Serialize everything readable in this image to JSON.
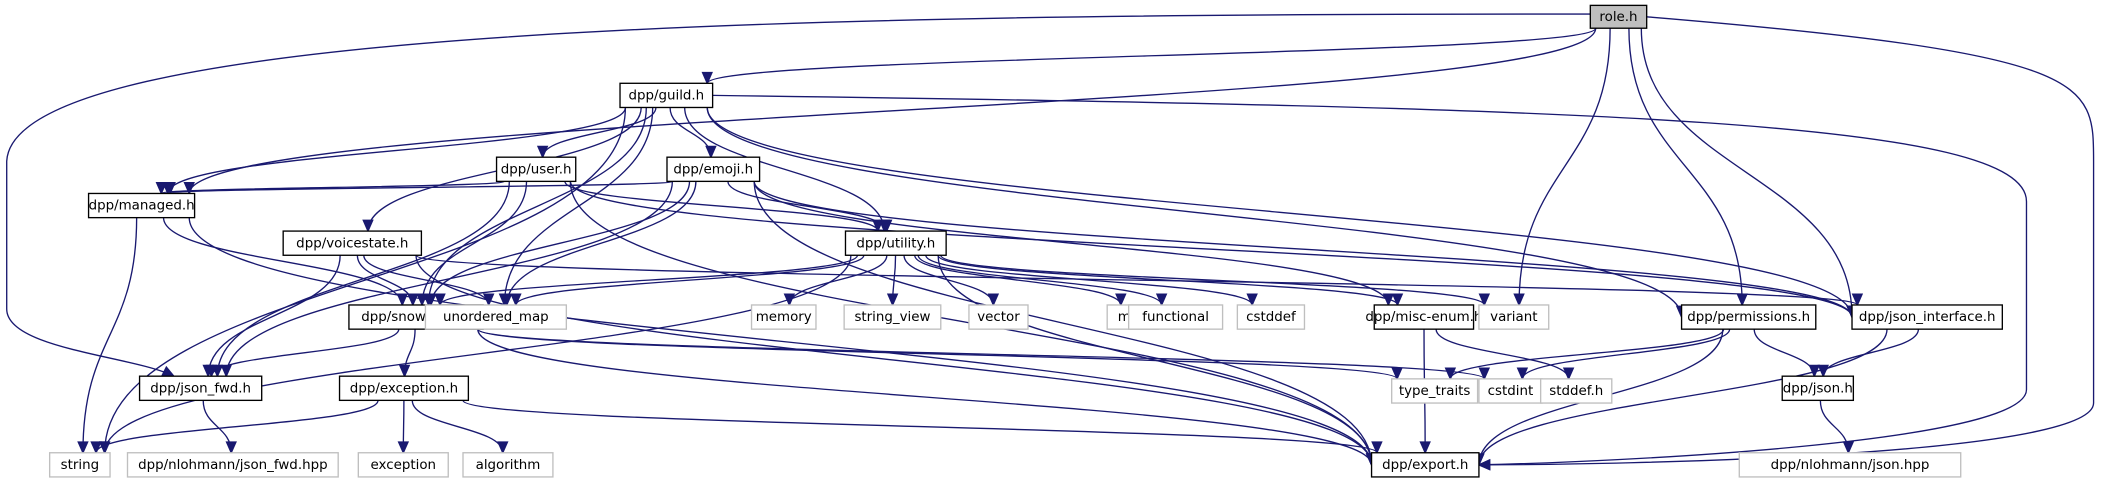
{
  "graph": {
    "title": "role.h include dependency graph",
    "edge_color": "#191970",
    "root_fill": "#bfbfbf",
    "nodes": [
      {
        "id": "role",
        "label": "role.h",
        "kind": "root"
      },
      {
        "id": "guild",
        "label": "dpp/guild.h",
        "kind": "local"
      },
      {
        "id": "user",
        "label": "dpp/user.h",
        "kind": "local"
      },
      {
        "id": "emoji",
        "label": "dpp/emoji.h",
        "kind": "local"
      },
      {
        "id": "managed",
        "label": "dpp/managed.h",
        "kind": "local"
      },
      {
        "id": "voicestate",
        "label": "dpp/voicestate.h",
        "kind": "local"
      },
      {
        "id": "utility",
        "label": "dpp/utility.h",
        "kind": "local"
      },
      {
        "id": "snowflake",
        "label": "dpp/snowflake.h",
        "kind": "local"
      },
      {
        "id": "unordered_map",
        "label": "unordered_map",
        "kind": "system"
      },
      {
        "id": "memory",
        "label": "memory",
        "kind": "system"
      },
      {
        "id": "string_view",
        "label": "string_view",
        "kind": "system"
      },
      {
        "id": "vector",
        "label": "vector",
        "kind": "system"
      },
      {
        "id": "map",
        "label": "map",
        "kind": "system"
      },
      {
        "id": "functional",
        "label": "functional",
        "kind": "system"
      },
      {
        "id": "cstddef",
        "label": "cstddef",
        "kind": "system"
      },
      {
        "id": "misc_enum",
        "label": "dpp/misc-enum.h",
        "kind": "local"
      },
      {
        "id": "variant",
        "label": "variant",
        "kind": "system"
      },
      {
        "id": "permissions",
        "label": "dpp/permissions.h",
        "kind": "local"
      },
      {
        "id": "json_interface",
        "label": "dpp/json_interface.h",
        "kind": "local"
      },
      {
        "id": "json_fwd",
        "label": "dpp/json_fwd.h",
        "kind": "local"
      },
      {
        "id": "exception_h",
        "label": "dpp/exception.h",
        "kind": "local"
      },
      {
        "id": "type_traits",
        "label": "type_traits",
        "kind": "system"
      },
      {
        "id": "cstdint",
        "label": "cstdint",
        "kind": "system"
      },
      {
        "id": "stddef",
        "label": "stddef.h",
        "kind": "system"
      },
      {
        "id": "json",
        "label": "dpp/json.h",
        "kind": "local"
      },
      {
        "id": "string",
        "label": "string",
        "kind": "system"
      },
      {
        "id": "nlohmann_json_fwd",
        "label": "dpp/nlohmann/json_fwd.hpp",
        "kind": "system"
      },
      {
        "id": "exception",
        "label": "exception",
        "kind": "system"
      },
      {
        "id": "algorithm",
        "label": "algorithm",
        "kind": "system"
      },
      {
        "id": "export",
        "label": "dpp/export.h",
        "kind": "local"
      },
      {
        "id": "nlohmann_json",
        "label": "dpp/nlohmann/json.hpp",
        "kind": "system"
      }
    ],
    "edges": [
      [
        "role",
        "guild"
      ],
      [
        "role",
        "managed"
      ],
      [
        "role",
        "json_fwd"
      ],
      [
        "role",
        "variant"
      ],
      [
        "role",
        "permissions"
      ],
      [
        "role",
        "json_interface"
      ],
      [
        "role",
        "export"
      ],
      [
        "guild",
        "user"
      ],
      [
        "guild",
        "emoji"
      ],
      [
        "guild",
        "managed"
      ],
      [
        "guild",
        "voicestate"
      ],
      [
        "guild",
        "utility"
      ],
      [
        "guild",
        "snowflake"
      ],
      [
        "guild",
        "unordered_map"
      ],
      [
        "guild",
        "string"
      ],
      [
        "guild",
        "permissions"
      ],
      [
        "guild",
        "json_interface"
      ],
      [
        "guild",
        "export"
      ],
      [
        "user",
        "managed"
      ],
      [
        "user",
        "utility"
      ],
      [
        "user",
        "snowflake"
      ],
      [
        "user",
        "json_fwd"
      ],
      [
        "user",
        "json_interface"
      ],
      [
        "user",
        "export"
      ],
      [
        "emoji",
        "managed"
      ],
      [
        "emoji",
        "utility"
      ],
      [
        "emoji",
        "snowflake"
      ],
      [
        "emoji",
        "unordered_map"
      ],
      [
        "emoji",
        "json_fwd"
      ],
      [
        "emoji",
        "misc_enum"
      ],
      [
        "emoji",
        "json_interface"
      ],
      [
        "emoji",
        "export"
      ],
      [
        "managed",
        "snowflake"
      ],
      [
        "managed",
        "string"
      ],
      [
        "managed",
        "export"
      ],
      [
        "voicestate",
        "snowflake"
      ],
      [
        "voicestate",
        "json_fwd"
      ],
      [
        "voicestate",
        "unordered_map"
      ],
      [
        "voicestate",
        "json_interface"
      ],
      [
        "voicestate",
        "export"
      ],
      [
        "utility",
        "snowflake"
      ],
      [
        "utility",
        "unordered_map"
      ],
      [
        "utility",
        "memory"
      ],
      [
        "utility",
        "string_view"
      ],
      [
        "utility",
        "vector"
      ],
      [
        "utility",
        "map"
      ],
      [
        "utility",
        "functional"
      ],
      [
        "utility",
        "cstddef"
      ],
      [
        "utility",
        "misc_enum"
      ],
      [
        "utility",
        "variant"
      ],
      [
        "utility",
        "string"
      ],
      [
        "utility",
        "export"
      ],
      [
        "snowflake",
        "json_fwd"
      ],
      [
        "snowflake",
        "exception_h"
      ],
      [
        "snowflake",
        "type_traits"
      ],
      [
        "snowflake",
        "cstdint"
      ],
      [
        "snowflake",
        "export"
      ],
      [
        "misc_enum",
        "stddef"
      ],
      [
        "misc_enum",
        "export"
      ],
      [
        "permissions",
        "type_traits"
      ],
      [
        "permissions",
        "cstdint"
      ],
      [
        "permissions",
        "json"
      ],
      [
        "permissions",
        "export"
      ],
      [
        "json_interface",
        "json"
      ],
      [
        "json_interface",
        "export"
      ],
      [
        "json_fwd",
        "nlohmann_json_fwd"
      ],
      [
        "exception_h",
        "string"
      ],
      [
        "exception_h",
        "exception"
      ],
      [
        "exception_h",
        "algorithm"
      ],
      [
        "exception_h",
        "export"
      ],
      [
        "json",
        "nlohmann_json"
      ]
    ]
  }
}
